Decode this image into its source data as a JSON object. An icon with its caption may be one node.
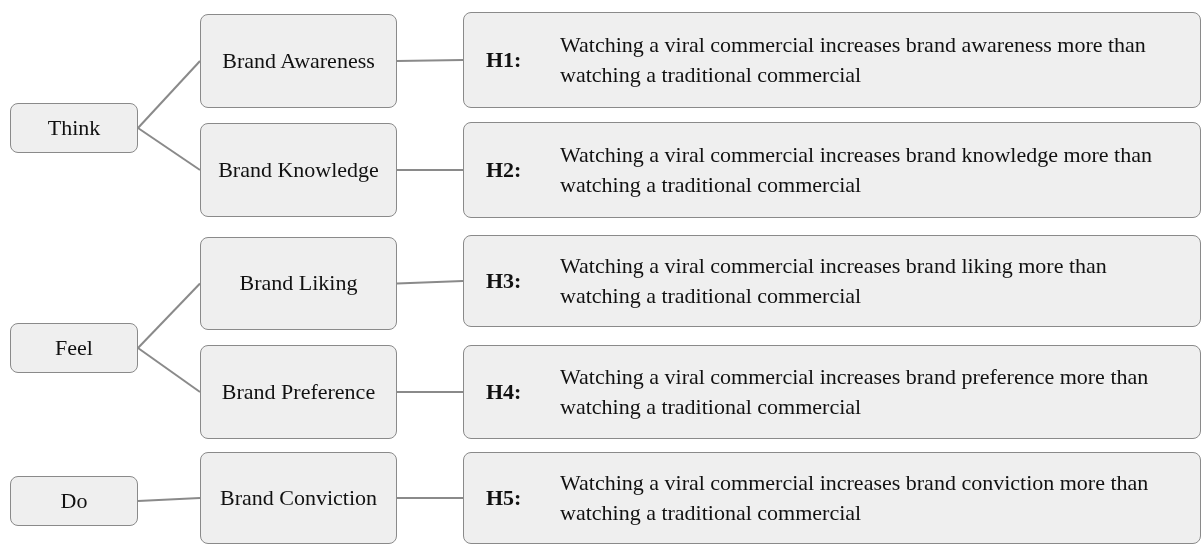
{
  "diagram": {
    "nodes": [
      {
        "text": [
          "Think"
        ]
      },
      {
        "text": [
          "Brand Awareness"
        ]
      },
      {
        "text": [
          "H1:",
          "Watching a viral commercial increases brand awareness more than watching a traditional commercial"
        ]
      },
      {
        "text": [
          "Brand Knowledge"
        ]
      },
      {
        "text": [
          "H2:",
          "Watching a viral commercial increases brand knowledge more than watching a traditional commercial"
        ]
      },
      {
        "text": [
          "Feel"
        ]
      },
      {
        "text": [
          "Brand Liking"
        ]
      },
      {
        "text": [
          "H3:",
          "Watching a viral commercial increases brand liking more than watching a traditional commercial"
        ]
      },
      {
        "text": [
          "Brand Preference"
        ]
      },
      {
        "text": [
          "H4:",
          "Watching a viral commercial increases brand preference more than watching a traditional commercial"
        ]
      },
      {
        "text": [
          "Do"
        ]
      },
      {
        "text": [
          "Brand Conviction"
        ]
      },
      {
        "text": [
          "H5:",
          "Watching a viral commercial increases brand conviction more than watching a traditional commercial"
        ]
      }
    ],
    "edges": [
      {
        "from": 0,
        "to": 1,
        "arrow": "none"
      },
      {
        "from": 0,
        "to": 3,
        "arrow": "none"
      },
      {
        "from": 1,
        "to": 2,
        "arrow": "none"
      },
      {
        "from": 3,
        "to": 4,
        "arrow": "none"
      },
      {
        "from": 5,
        "to": 6,
        "arrow": "none"
      },
      {
        "from": 5,
        "to": 8,
        "arrow": "none"
      },
      {
        "from": 6,
        "to": 7,
        "arrow": "none"
      },
      {
        "from": 8,
        "to": 9,
        "arrow": "none"
      },
      {
        "from": 10,
        "to": 11,
        "arrow": "none"
      },
      {
        "from": 11,
        "to": 12,
        "arrow": "none"
      }
    ]
  }
}
